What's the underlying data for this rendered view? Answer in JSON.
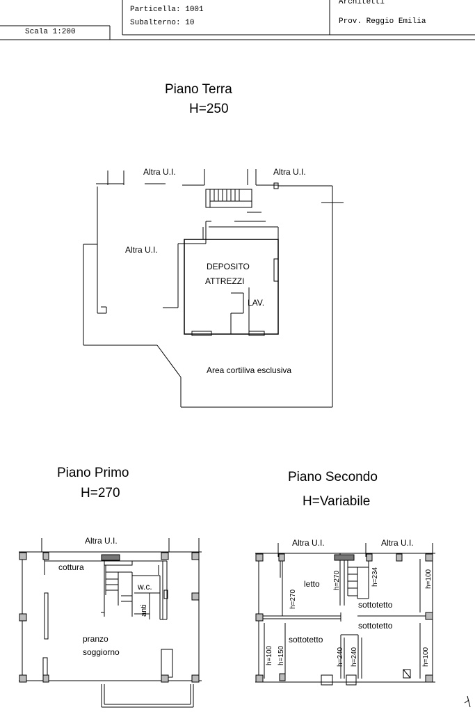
{
  "header": {
    "particella": "Particella: 1001",
    "subalterno": "Subalterno: 10",
    "architetti": "Architetti",
    "provincia": "Prov. Reggio Emilia",
    "scala": "Scala 1:200"
  },
  "piano_terra": {
    "title": "Piano Terra",
    "height": "H=250",
    "labels": {
      "altra_ui_1": "Altra U.I.",
      "altra_ui_2": "Altra U.I.",
      "altra_ui_3": "Altra U.I.",
      "deposito": "DEPOSITO",
      "attrezzi": "ATTREZZI",
      "lav": "LAV.",
      "area": "Area cortiliva esclusiva"
    }
  },
  "piano_primo": {
    "title": "Piano Primo",
    "height": "H=270",
    "labels": {
      "altra_ui": "Altra U.I.",
      "cottura": "cottura",
      "wc": "w.c.",
      "anti": "anti",
      "pranzo": "pranzo",
      "soggiorno": "soggiorno"
    }
  },
  "piano_secondo": {
    "title": "Piano Secondo",
    "height": "H=Variabile",
    "labels": {
      "altra_ui_1": "Altra U.I.",
      "altra_ui_2": "Altra U.I.",
      "letto": "letto",
      "sottotetto_1": "sottotetto",
      "sottotetto_2": "sottotetto",
      "sottotetto_3": "sottotetto",
      "h270a": "h=270",
      "h270b": "h=270",
      "h234": "h=234",
      "h100a": "h=100",
      "h100b": "h=100",
      "h150": "h=150",
      "h240a": "h=240",
      "h240b": "h=240",
      "h100c": "h=100"
    }
  }
}
